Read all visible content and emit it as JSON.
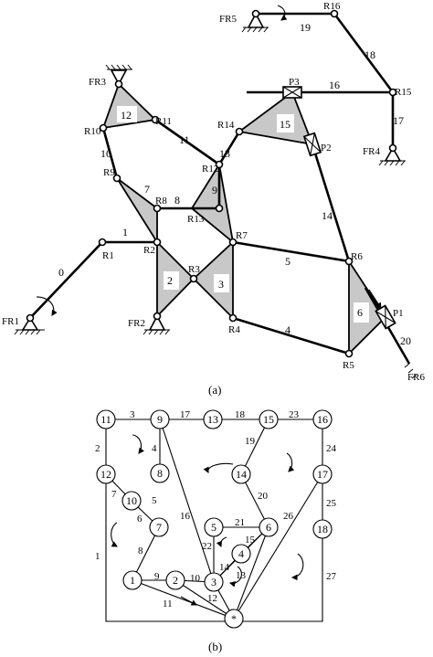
{
  "caption_a": "(a)",
  "caption_b": "(b)",
  "frames": [
    "FR1",
    "FR2",
    "FR3",
    "FR4",
    "FR5",
    "FR6"
  ],
  "joints": [
    "R1",
    "R2",
    "R3",
    "R4",
    "R5",
    "R6",
    "R7",
    "R8",
    "R9",
    "R10",
    "R11",
    "R12",
    "R13",
    "R14",
    "R15",
    "R16",
    "P1",
    "P2",
    "P3"
  ],
  "link_numbers": [
    "0",
    "1",
    "2",
    "3",
    "4",
    "5",
    "6",
    "7",
    "8",
    "9",
    "10",
    "11",
    "12",
    "13",
    "14",
    "15",
    "16",
    "17",
    "18",
    "19",
    "20"
  ],
  "graph_nodes": [
    "1",
    "2",
    "3",
    "4",
    "5",
    "6",
    "7",
    "8",
    "9",
    "10",
    "11",
    "12",
    "13",
    "14",
    "15",
    "16",
    "17",
    "18",
    "*"
  ],
  "graph_edges": [
    "1",
    "2",
    "3",
    "4",
    "5",
    "6",
    "7",
    "8",
    "9",
    "10",
    "11",
    "12",
    "13",
    "14",
    "15",
    "16",
    "17",
    "18",
    "19",
    "20",
    "21",
    "22",
    "23",
    "24",
    "25",
    "26",
    "27"
  ]
}
